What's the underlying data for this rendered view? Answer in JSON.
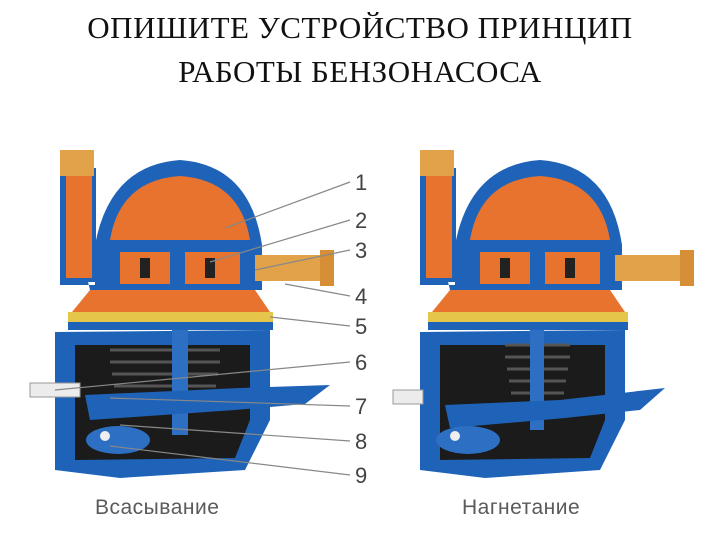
{
  "slide": {
    "title_line1": "ОПИШИТЕ УСТРОЙСТВО ПРИНЦИП",
    "title_line2": "РАБОТЫ БЕНЗОНАСОСА"
  },
  "figure": {
    "callouts": [
      "1",
      "2",
      "3",
      "4",
      "5",
      "6",
      "7",
      "8",
      "9"
    ],
    "left_caption": "Всасывание",
    "right_caption": "Нагнетание"
  },
  "colors": {
    "fuel": "#e8732e",
    "body": "#1f63b8",
    "body_dark": "#12408a",
    "inner": "#1b1b1b",
    "gasket": "#e6c64a",
    "fitting": "#e2a24a"
  }
}
